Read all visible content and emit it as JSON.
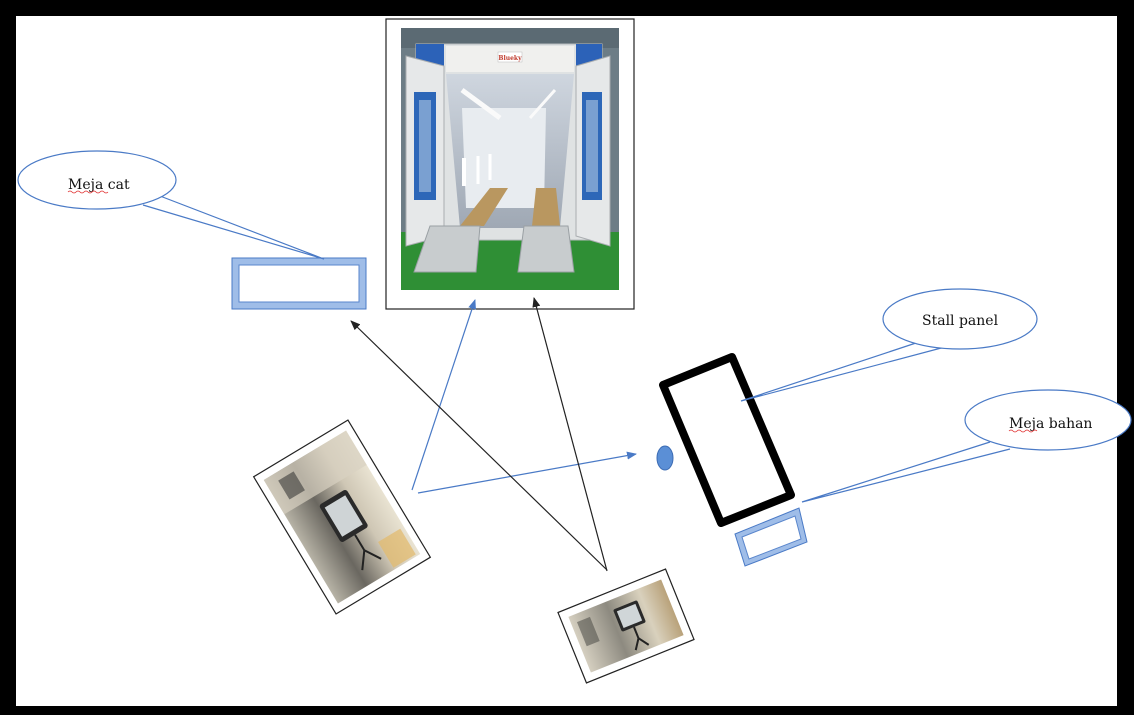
{
  "diagram": {
    "callouts": {
      "meja_cat": "Meja  cat",
      "stall_panel": "Stall panel",
      "meja_bahan": "Meja bahan"
    },
    "booth_image": {
      "brand_text": "Blueky",
      "description": "spray paint booth with open doors and floor ramps"
    },
    "colors": {
      "frame": "#000000",
      "canvas": "#ffffff",
      "accent_blue": "#4a7ac6",
      "arrow_black": "#222222",
      "booth_floor": "#2f8f35",
      "booth_frame_blue": "#2c62b8",
      "spellcheck_underline": "#e03030"
    },
    "icons": [
      "camera-tripod-photo-left",
      "camera-tripod-photo-bottom",
      "viewpoint-dot"
    ]
  }
}
